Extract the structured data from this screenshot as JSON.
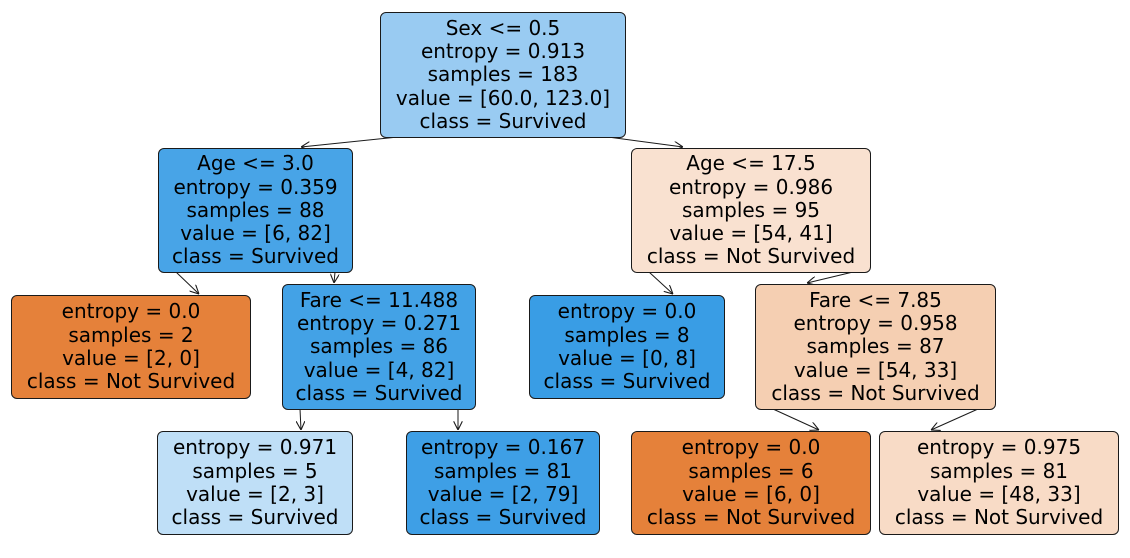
{
  "nodes": [
    {
      "id": "root",
      "lines": [
        "Sex <= 0.5",
        "entropy = 0.913",
        "samples = 183",
        "value = [60.0, 123.0]",
        "class = Survived"
      ],
      "fill": "#99cbf2"
    },
    {
      "id": "n1",
      "lines": [
        "Age <= 3.0",
        "entropy = 0.359",
        "samples = 88",
        "value = [6, 82]",
        "class = Survived"
      ],
      "fill": "#48a4e7"
    },
    {
      "id": "n2",
      "lines": [
        "entropy = 0.0",
        "samples = 2",
        "value = [2, 0]",
        "class = Not Survived"
      ],
      "fill": "#e5813a"
    },
    {
      "id": "n3",
      "lines": [
        "Fare <= 11.488",
        "entropy = 0.271",
        "samples = 86",
        "value = [4, 82]",
        "class = Survived"
      ],
      "fill": "#43a2e6"
    },
    {
      "id": "n4",
      "lines": [
        "entropy = 0.971",
        "samples = 5",
        "value = [2, 3]",
        "class = Survived"
      ],
      "fill": "#bfdff7"
    },
    {
      "id": "n5",
      "lines": [
        "entropy = 0.167",
        "samples = 81",
        "value = [2, 79]",
        "class = Survived"
      ],
      "fill": "#3e9fe6"
    },
    {
      "id": "n6",
      "lines": [
        "Age <= 17.5",
        "entropy = 0.986",
        "samples = 95",
        "value = [54, 41]",
        "class = Not Survived"
      ],
      "fill": "#f9e1d0"
    },
    {
      "id": "n7",
      "lines": [
        "entropy = 0.0",
        "samples = 8",
        "value = [0, 8]",
        "class = Survived"
      ],
      "fill": "#399de5"
    },
    {
      "id": "n8",
      "lines": [
        "Fare <= 7.85",
        "entropy = 0.958",
        "samples = 87",
        "value = [54, 33]",
        "class = Not Survived"
      ],
      "fill": "#f5cfb2"
    },
    {
      "id": "n9",
      "lines": [
        "entropy = 0.0",
        "samples = 6",
        "value = [6, 0]",
        "class = Not Survived"
      ],
      "fill": "#e5813a"
    },
    {
      "id": "n10",
      "lines": [
        "entropy = 0.975",
        "samples = 81",
        "value = [48, 33]",
        "class = Not Survived"
      ],
      "fill": "#f8dbc6"
    }
  ],
  "edges": [
    [
      "root",
      "n1"
    ],
    [
      "root",
      "n6"
    ],
    [
      "n1",
      "n2"
    ],
    [
      "n1",
      "n3"
    ],
    [
      "n3",
      "n4"
    ],
    [
      "n3",
      "n5"
    ],
    [
      "n6",
      "n7"
    ],
    [
      "n6",
      "n8"
    ],
    [
      "n8",
      "n9"
    ],
    [
      "n8",
      "n10"
    ]
  ]
}
